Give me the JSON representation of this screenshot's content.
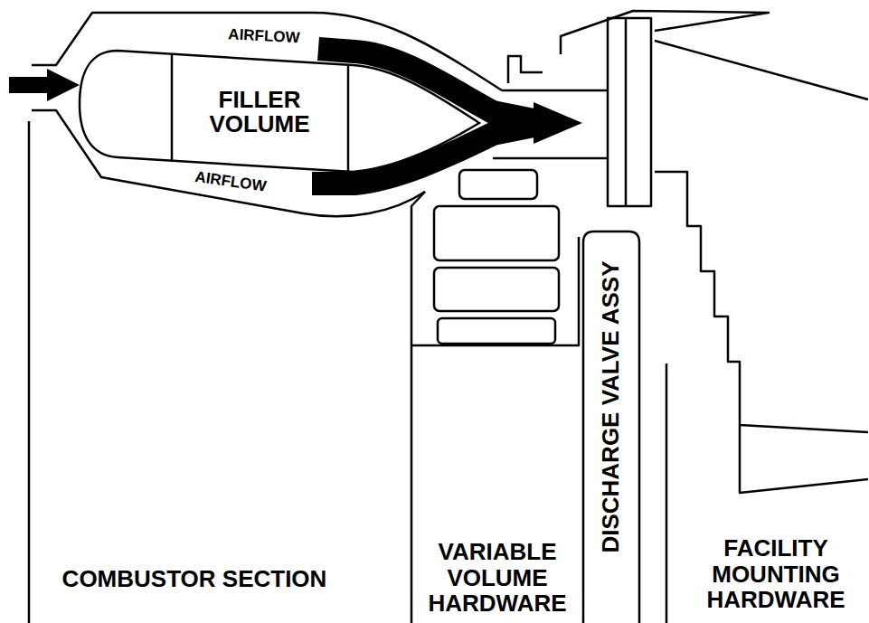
{
  "diagram": {
    "nodes": [
      {
        "text": [
          "FILLER VOLUME"
        ]
      }
    ],
    "labels": [
      "AIRFLOW",
      "AIRFLOW",
      "COMBUSTOR SECTION",
      "VARIABLE VOLUME HARDWARE",
      "DISCHARGE VALVE ASSY",
      "FACILITY MOUNTING HARDWARE"
    ]
  }
}
